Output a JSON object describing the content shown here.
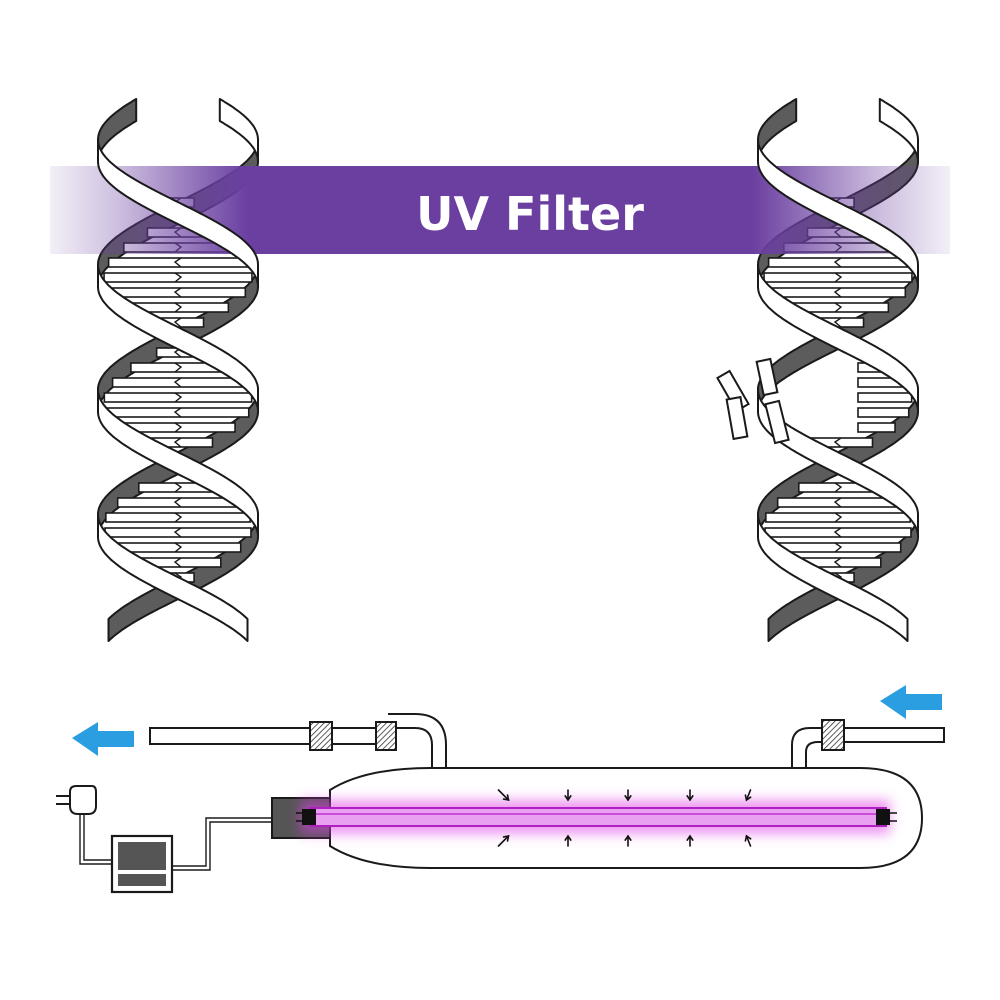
{
  "banner": {
    "label": "UV Filter",
    "color": "#6a3fa0"
  },
  "colors": {
    "strand_outline": "#1a1a1a",
    "strand_back": "#5c5c5c",
    "strand_front": "#ffffff",
    "uv_glow": "#e040e8",
    "uv_core": "#b020c0",
    "flow_arrow": "#2a9ee0",
    "housing_dark": "#555555"
  },
  "left_helix": {
    "state": "intact"
  },
  "right_helix": {
    "state": "damaged"
  },
  "flow": {
    "inlet_icon": "arrow-left-icon",
    "outlet_icon": "arrow-left-icon"
  },
  "power": {
    "plug_icon": "power-plug-icon",
    "ballast_icon": "ballast-box-icon"
  }
}
